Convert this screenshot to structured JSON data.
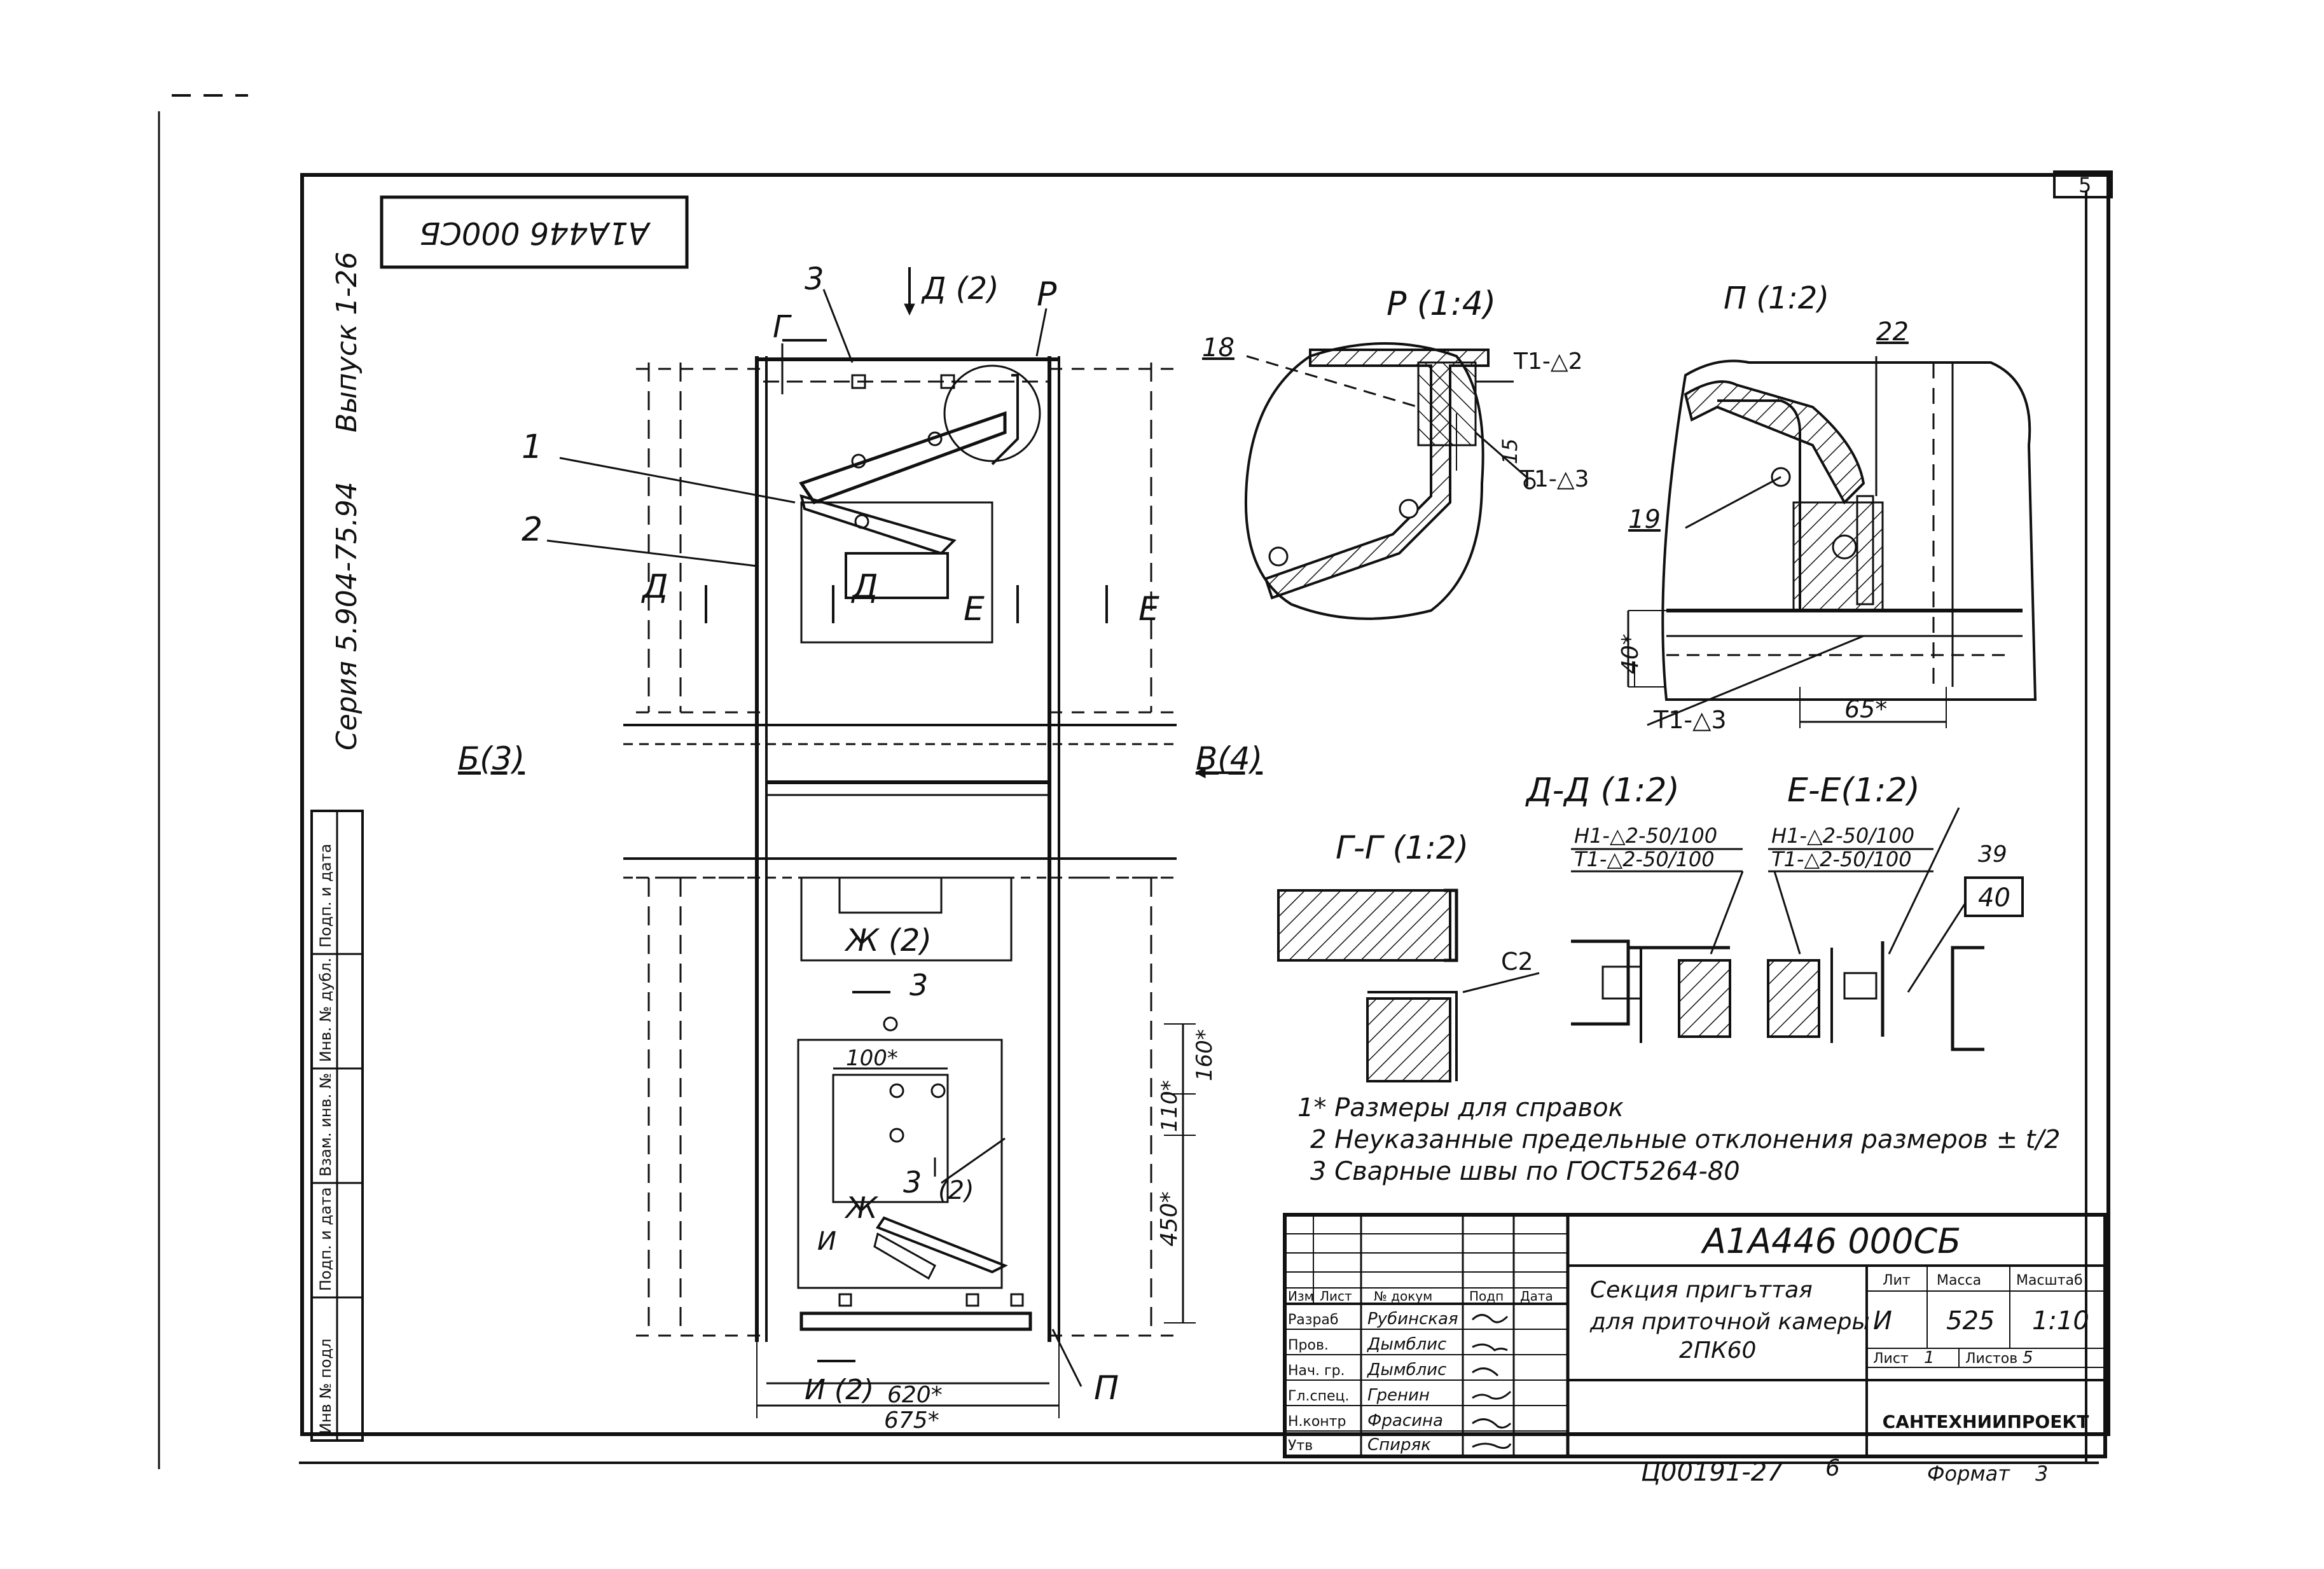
{
  "sheet": {
    "page_number": "5",
    "designation_rotated": "А1А446 000СБ",
    "series": "Серия 5.904-75.94",
    "issue": "Выпуск 1-26",
    "copy_number": "Ц00191-27",
    "format": "6",
    "format_label": "Формат",
    "format_size": "3"
  },
  "side_stamp": {
    "cells": [
      "Инв № подл",
      "Подп. и дата",
      "Взам. инв. №",
      "Инв. № дубл.",
      "Подп. и дата"
    ]
  },
  "main_view": {
    "labels": {
      "item_3_top": "3",
      "view_d": "Д (2)",
      "detail_r": "Р",
      "section_g": "Г",
      "item_1": "1",
      "item_2": "2",
      "cut_d_left": "Д",
      "cut_d_inner": "Д",
      "cut_e_inner": "Е",
      "cut_e_right": "Е",
      "view_b": "Б(3)",
      "view_v": "В(4)",
      "view_zh": "Ж (2)",
      "item_3_mid": "3",
      "dim_100": "100*",
      "dim_160": "160*",
      "dim_110": "110*",
      "dim_450": "450*",
      "item_3_low": "3",
      "ref_2": "(2)",
      "zh": "Ж",
      "i": "И",
      "view_i": "И (2)",
      "dim_620": "620*",
      "dim_675": "675*",
      "detail_p": "П"
    }
  },
  "detail_r": {
    "title": "Р (1:4)",
    "callouts": [
      "18",
      "Т1-△2",
      "15",
      "Т1-△3"
    ]
  },
  "detail_p": {
    "title": "П (1:2)",
    "callouts": [
      "22",
      "19",
      "40*",
      "65*",
      "Т1-△3"
    ]
  },
  "section_gg": {
    "title": "Г-Г (1:2)",
    "callouts": [
      "С2"
    ]
  },
  "section_dd": {
    "title": "Д-Д (1:2)",
    "weld_top": "Н1-△2-50/100",
    "weld_bottom": "Т1-△2-50/100"
  },
  "section_ee": {
    "title": "Е-Е(1:2)",
    "weld_top": "Н1-△2-50/100",
    "weld_bottom": "Т1-△2-50/100",
    "callouts": [
      "39",
      "40"
    ]
  },
  "notes": [
    "1* Размеры для справок",
    "2 Неуказанные предельные отклонения размеров ± t/2",
    "3 Сварные швы по ГОСТ5264-80"
  ],
  "title_block": {
    "designation": "А1А446 000СБ",
    "name_line1": "Секция пригъттая",
    "name_line2": "для приточной камеры",
    "name_line3": "2ПК60",
    "lit_label": "Лит",
    "mass_label": "Масса",
    "scale_label": "Масштаб",
    "lit_value": "И",
    "mass_value": "525",
    "scale_value": "1:10",
    "sheet_label": "Лист",
    "sheet_value": "1",
    "sheets_label": "Листов",
    "sheets_value": "5",
    "organization": "САНТЕХНИИПРОЕКТ",
    "header_row": [
      "Изм",
      "Лист",
      "№ докум",
      "Подп",
      "Дата"
    ],
    "roles": [
      {
        "role": "Разраб",
        "name": "Рубинская"
      },
      {
        "role": "Пров.",
        "name": "Дымблис"
      },
      {
        "role": "Нач. гр.",
        "name": "Дымблис"
      },
      {
        "role": "Гл.спец.",
        "name": "Гренин"
      },
      {
        "role": "Н.контр",
        "name": "Фрасина"
      },
      {
        "role": "Утв",
        "name": "Спиряк"
      }
    ]
  }
}
